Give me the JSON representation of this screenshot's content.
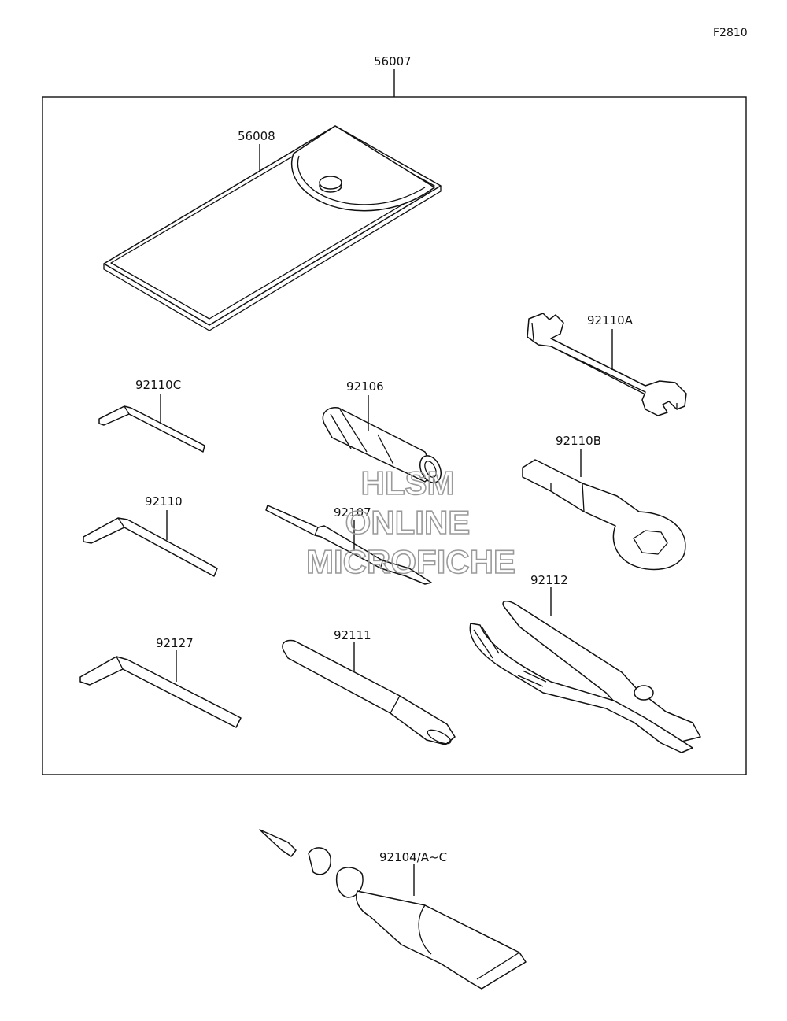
{
  "figure_id": "F2810",
  "kit_label": "56007",
  "parts": [
    {
      "id": "case",
      "label": "56008"
    },
    {
      "id": "wrench-open",
      "label": "92110A"
    },
    {
      "id": "hex-key-small",
      "label": "92110C"
    },
    {
      "id": "socket",
      "label": "92106"
    },
    {
      "id": "wrench-ring",
      "label": "92110B"
    },
    {
      "id": "hex-key-medium",
      "label": "92110"
    },
    {
      "id": "screwdriver",
      "label": "92107"
    },
    {
      "id": "pliers",
      "label": "92112"
    },
    {
      "id": "hex-key-large",
      "label": "92127"
    },
    {
      "id": "handle-bar",
      "label": "92111"
    },
    {
      "id": "repair-tube",
      "label": "92104/A~C"
    }
  ],
  "watermark": {
    "line1": "HLSM",
    "line2": "ONLINE",
    "line3": "MICROFICHE"
  }
}
